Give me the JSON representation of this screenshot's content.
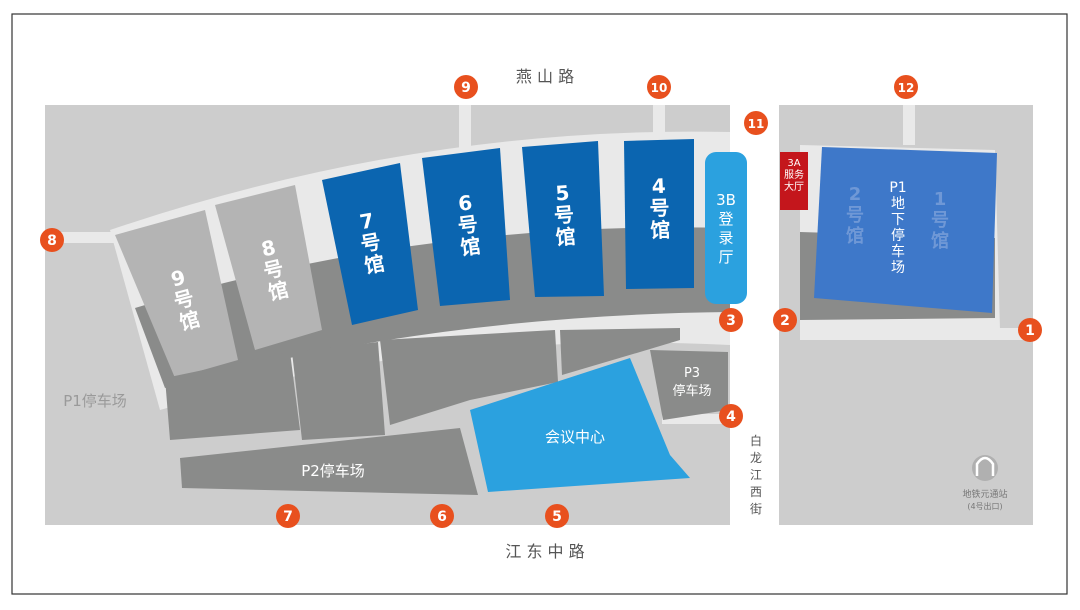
{
  "roads": {
    "north": "燕 山 路",
    "south": "江 东 中 路",
    "east": "白\n龙\n江\n西\n街"
  },
  "halls": {
    "h9": "9\n号\n馆",
    "h8": "8\n号\n馆",
    "h7": "7\n号\n馆",
    "h6": "6\n号\n馆",
    "h5": "5\n号\n馆",
    "h4": "4\n号\n馆",
    "h3b": "3B\n登\n录\n厅",
    "h3a": "3A\n服务\n大厅",
    "h2": "2\n号\n馆",
    "h1": "1\n号\n馆"
  },
  "parking": {
    "p1_underground": "P1\n地\n下\n停\n车\n场",
    "p1": "P1停车场",
    "p2": "P2停车场",
    "p3": "P3\n停车场"
  },
  "conference": "会议中心",
  "metro": {
    "name": "地铁元通站",
    "exit": "(4号出口)"
  },
  "gates": [
    "1",
    "2",
    "3",
    "4",
    "5",
    "6",
    "7",
    "8",
    "9",
    "10",
    "11",
    "12"
  ],
  "colors": {
    "background": "#ffffff",
    "frame": "#333333",
    "block": "#cdcdcd",
    "arc_road": "#e9e9e9",
    "dark_strip": "#8a8b8a",
    "gray_hall": "#b4b4b4",
    "blue_hall": "#0b65b0",
    "light_blue": "#2ba1df",
    "p1_blue": "#3e78c9",
    "service_red": "#c4161c",
    "gate_orange": "#e8501e",
    "lot_dark": "#8f8f8f",
    "text_gray": "#9a9a9a",
    "road_text": "#555555"
  }
}
